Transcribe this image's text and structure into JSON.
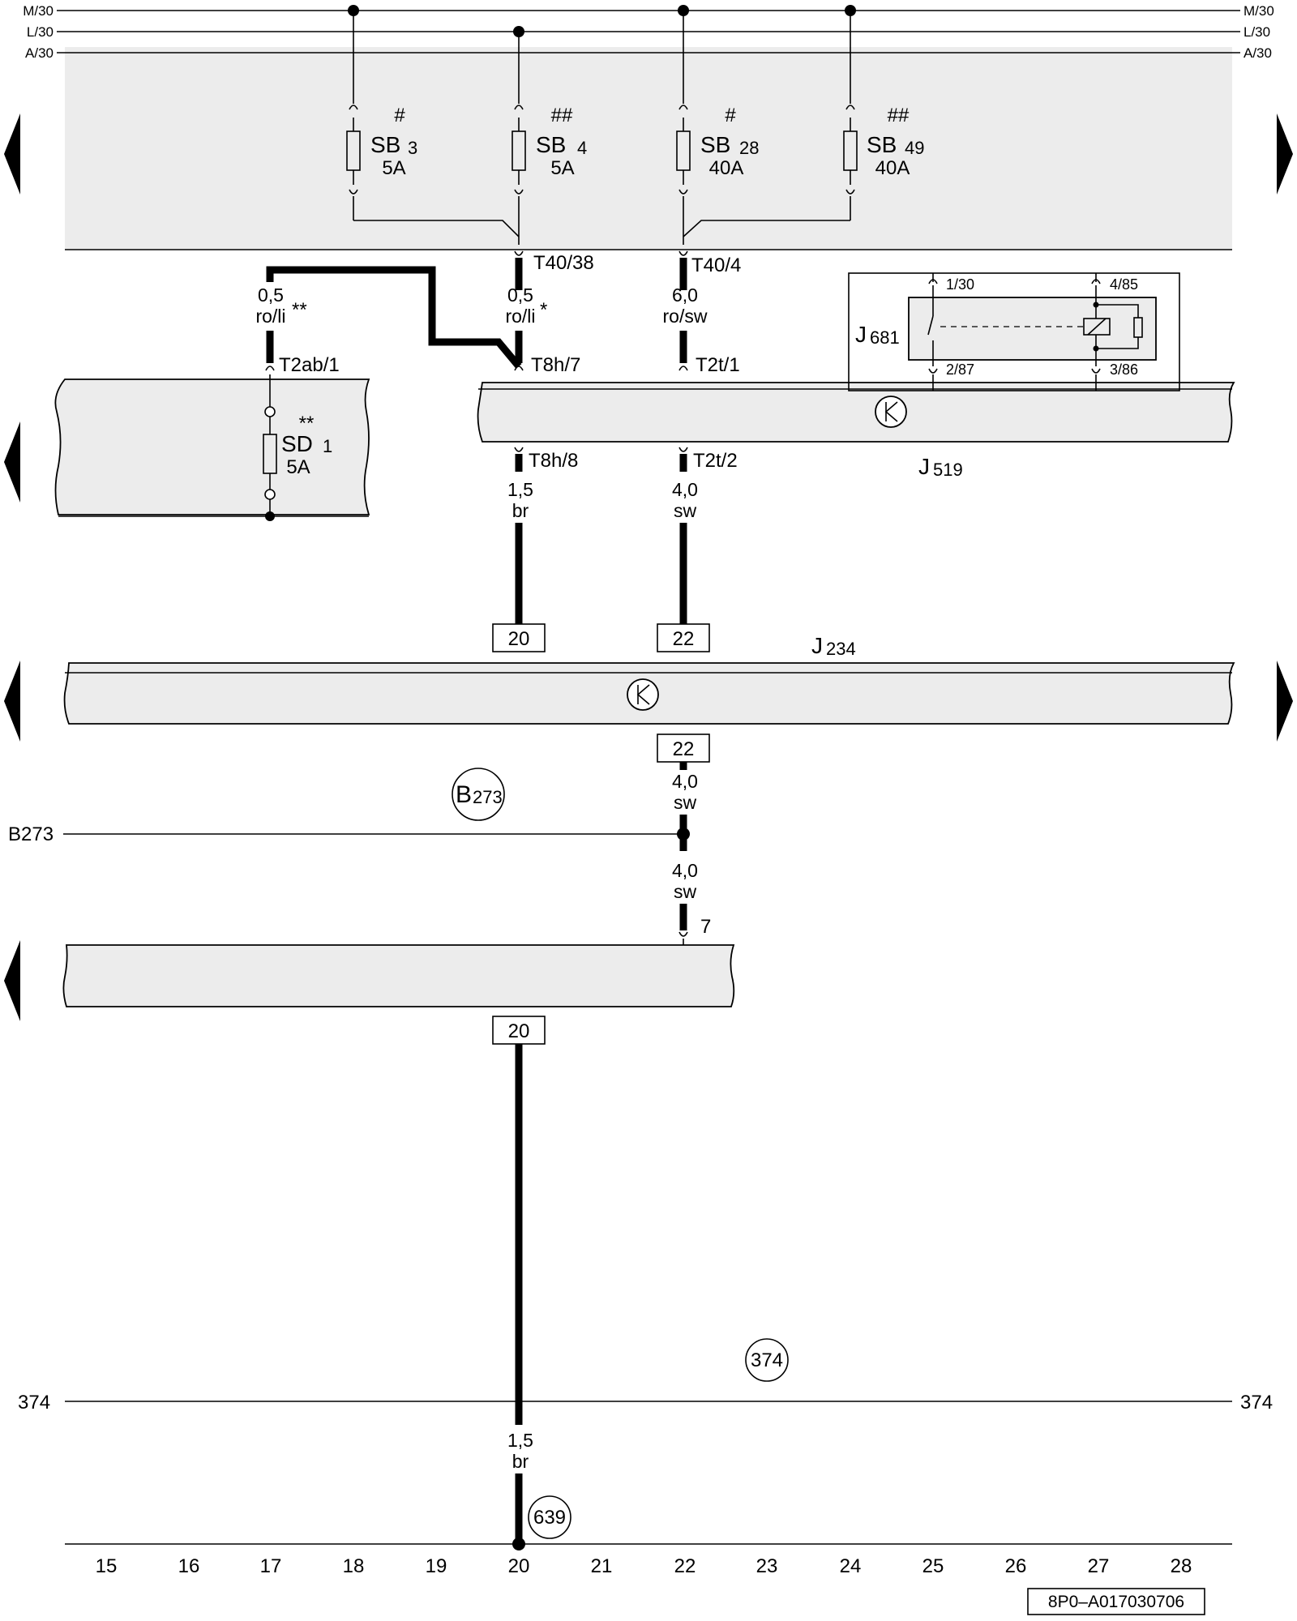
{
  "rails": {
    "rail_1": "M/30",
    "rail_2": "L/30",
    "rail_3": "A/30"
  },
  "fuses": [
    {
      "name": "SB",
      "index": "3",
      "rating": "5A",
      "mark": "#"
    },
    {
      "name": "SB",
      "index": "4",
      "rating": "5A",
      "mark": "##"
    },
    {
      "name": "SB",
      "index": "28",
      "rating": "40A",
      "mark": "#"
    },
    {
      "name": "SB",
      "index": "49",
      "rating": "40A",
      "mark": "##"
    }
  ],
  "fuse_sd": {
    "name": "SD",
    "index": "1",
    "rating": "5A",
    "mark": "**"
  },
  "connectors": {
    "t40_38": "T40/38",
    "t40_4": "T40/4",
    "t2ab_1": "T2ab/1",
    "t8h_7": "T8h/7",
    "t2t_1": "T2t/1",
    "t8h_8": "T8h/8",
    "t2t_2": "T2t/2",
    "pin_7": "7"
  },
  "wires": {
    "w_2ab": {
      "size": "0,5",
      "color": "ro/li",
      "mark": "**"
    },
    "w_8h7": {
      "size": "0,5",
      "color": "ro/li",
      "mark": "*"
    },
    "w_2t1": {
      "size": "6,0",
      "color": "ro/sw"
    },
    "w_8h8": {
      "size": "1,5",
      "color": "br"
    },
    "w_2t2": {
      "size": "4,0",
      "color": "sw"
    },
    "w_22a": {
      "size": "4,0",
      "color": "sw"
    },
    "w_22b": {
      "size": "4,0",
      "color": "sw"
    },
    "w_20": {
      "size": "1,5",
      "color": "br"
    }
  },
  "relay": {
    "name": "J",
    "index": "681",
    "pin_130": "1/30",
    "pin_485": "4/85",
    "pin_287": "2/87",
    "pin_386": "3/86"
  },
  "modules": {
    "j519": {
      "name": "J",
      "index": "519"
    },
    "j234": {
      "name": "J",
      "index": "234"
    }
  },
  "boxes": {
    "box_20a": "20",
    "box_22a": "22",
    "box_22b": "22",
    "box_20b": "20"
  },
  "grounds": {
    "b273_label": "B273",
    "b273_circle_main": "B",
    "b273_circle_sub": "273",
    "line_374": "374",
    "circle_374": "374",
    "circle_639": "639"
  },
  "coordinates": [
    "15",
    "16",
    "17",
    "18",
    "19",
    "20",
    "21",
    "22",
    "23",
    "24",
    "25",
    "26",
    "27",
    "28"
  ],
  "reference": "8P0–A017030706"
}
